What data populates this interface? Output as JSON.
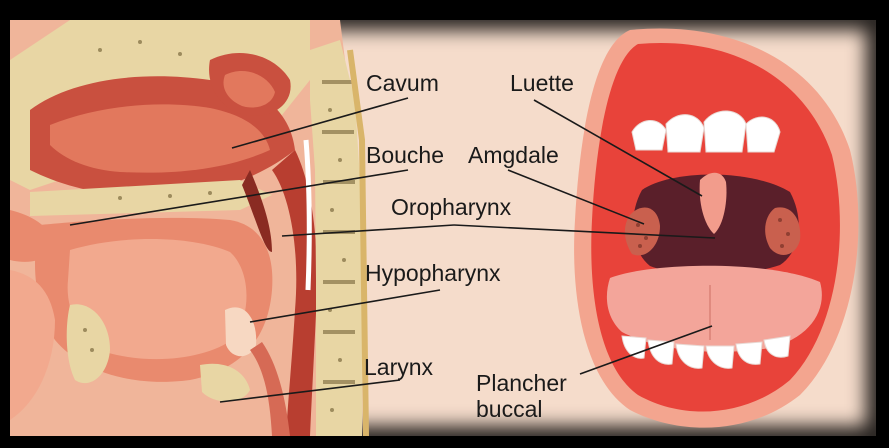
{
  "diagram": {
    "labels": {
      "cavum": "Cavum",
      "bouche": "Bouche",
      "oropharynx": "Oropharynx",
      "hypopharynx": "Hypopharynx",
      "larynx": "Larynx",
      "luette": "Luette",
      "amygdale": "Amgdale",
      "plancher_line1": "Plancher",
      "plancher_line2": "buccal"
    }
  },
  "colors": {
    "background": "#f5dccb",
    "frame": "#000000",
    "tissue_dark": "#c0473a",
    "tissue_mid": "#e2785d",
    "tissue_light": "#f2a98e",
    "bone": "#e8d6a4",
    "bone_speckle": "#6b5a2e",
    "mouth_red": "#e8433a",
    "throat_dark": "#5a1f2a",
    "tongue": "#f3a59a",
    "teeth": "#ffffff",
    "leader_line": "#1a1a1a"
  }
}
